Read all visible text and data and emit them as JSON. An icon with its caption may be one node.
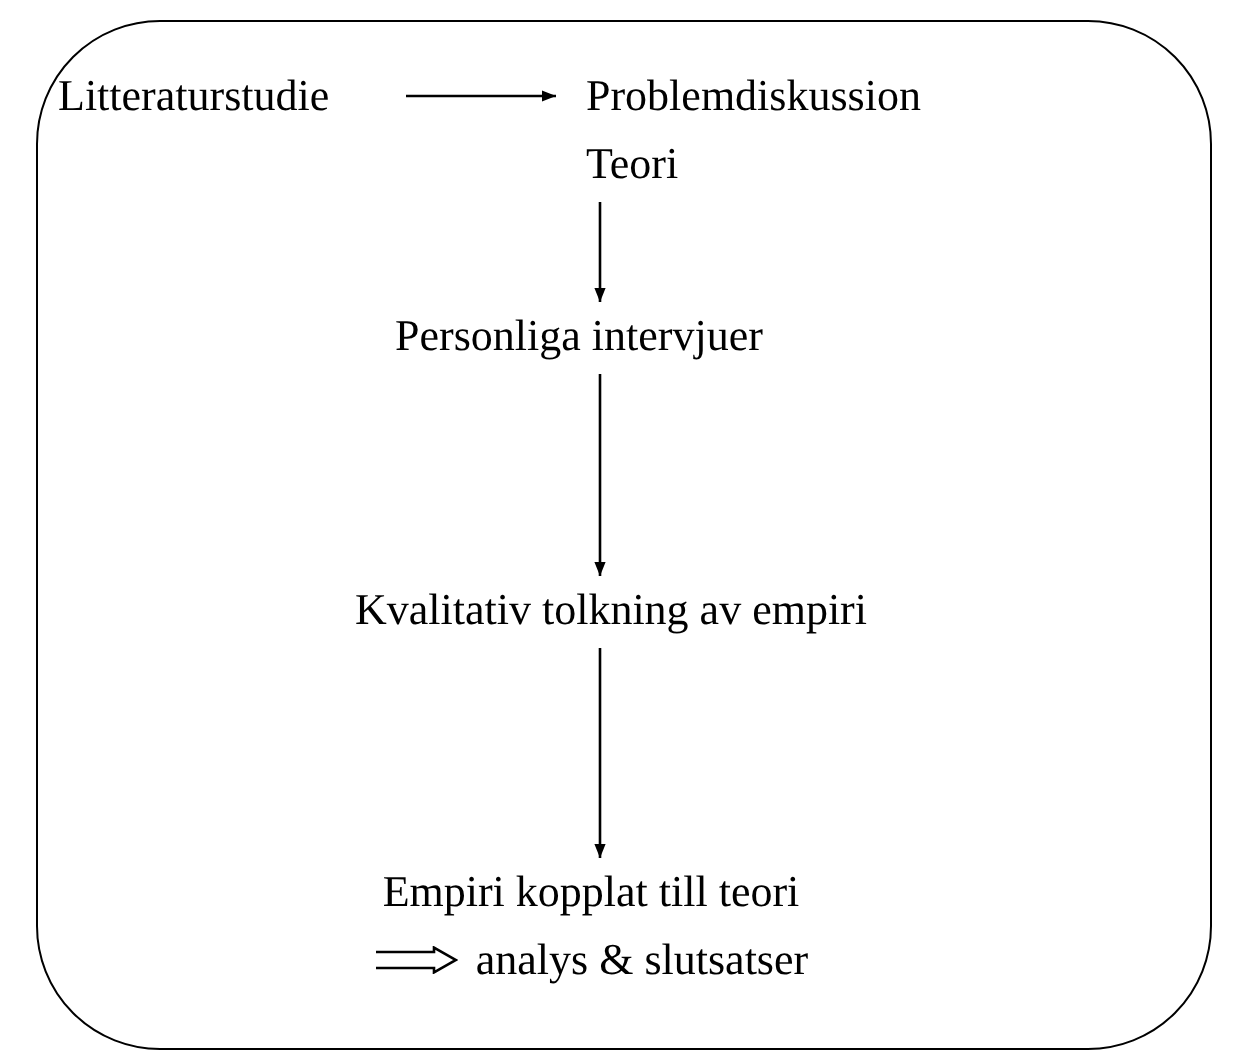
{
  "diagram": {
    "nodes": [
      {
        "text": [],
        "shape": "box"
      },
      {
        "text": [
          "Litteraturstudie"
        ],
        "in": 0
      },
      {
        "text": [
          "Problemdiskussion",
          "Teori"
        ],
        "in": 0
      },
      {
        "text": [
          "Personliga intervjuer"
        ],
        "in": 0
      },
      {
        "text": [
          "Kvalitativ tolkning av empiri"
        ],
        "in": 0
      },
      {
        "text": [
          "Empiri kopplat till teori",
          "analys & slutsatser"
        ],
        "in": 0
      }
    ],
    "edges": [
      {
        "from": 1,
        "to": 2,
        "arrow": "to"
      },
      {
        "from": 2,
        "to": 3,
        "arrow": "to"
      },
      {
        "from": 3,
        "to": 4,
        "arrow": "to"
      },
      {
        "from": 4,
        "to": 5,
        "arrow": "to"
      }
    ]
  }
}
